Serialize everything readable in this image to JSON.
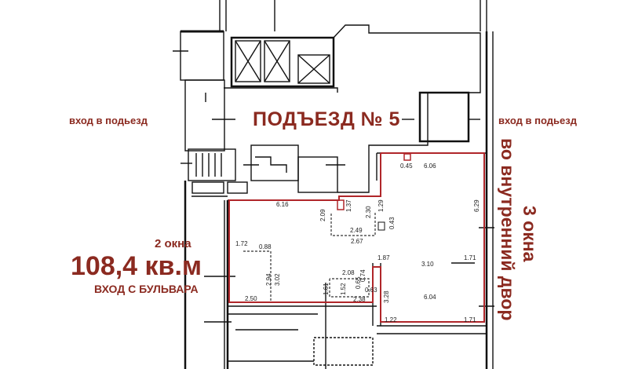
{
  "plan": {
    "entrance_title": "ПОДЪЕЗД № 5",
    "entry_left": "вход в подьезд",
    "entry_right": "вход в подьезд",
    "windows_left": "2 окна",
    "area": "108,4 кв.м",
    "boulevard_entry": "ВХОД С БУЛЬВАРА",
    "windows_right_line1": "3 окна",
    "windows_right_line2": "во внутренний двор"
  },
  "dimensions": {
    "d1": "0.45",
    "d2": "6.06",
    "d3": "6.16",
    "d4": "6.29",
    "d5": "1.37",
    "d6": "2.09",
    "d7": "2.30",
    "d8": "1.29",
    "d9": "2.49",
    "d10": "2.67",
    "d11": "0.43",
    "d12": "1.72",
    "d13": "0.88",
    "d14": "2.94",
    "d15": "3.02",
    "d16": "1.87",
    "d17": "3.10",
    "d18": "1.71",
    "d19": "2.08",
    "d20": "0.74",
    "d21": "0.65",
    "d22": "0.63",
    "d23": "1.61",
    "d24": "1.52",
    "d25": "2.38",
    "d26": "3.28",
    "d27": "6.04",
    "d28": "2.50",
    "d29": "1.22",
    "d30": "1.71"
  },
  "colors": {
    "accent": "#8b2a20",
    "wall": "#111111",
    "outline": "#b0262a"
  }
}
